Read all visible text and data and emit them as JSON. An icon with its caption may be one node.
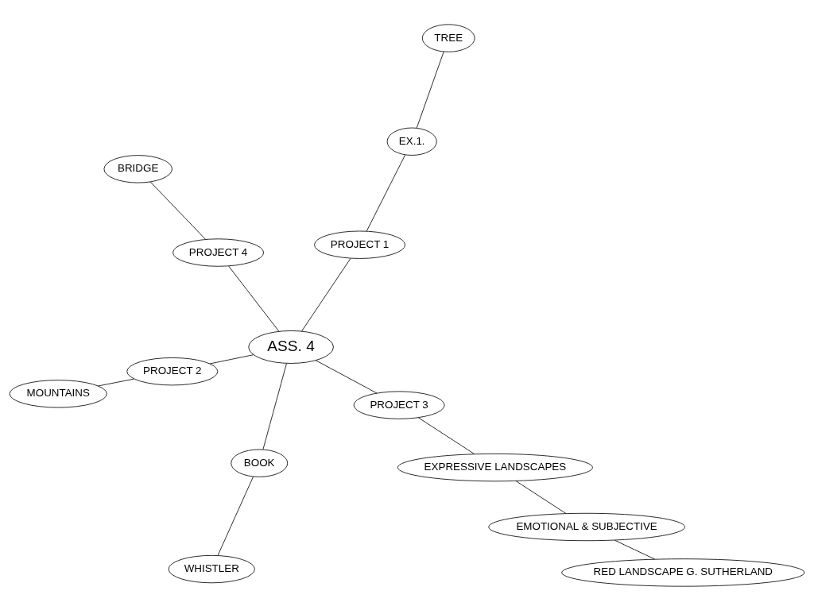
{
  "diagram": {
    "nodes": [
      {
        "text": [
          "TREE"
        ]
      },
      {
        "text": [
          "EX.1."
        ]
      },
      {
        "text": [
          "WHISTLER"
        ]
      },
      {
        "text": [
          "BOOK"
        ]
      },
      {
        "text": [
          "PROJECT 1"
        ]
      },
      {
        "text": [
          "PROJECT 2"
        ]
      },
      {
        "text": [
          "MOUNTAINS"
        ]
      },
      {
        "text": [
          "ASS. 4"
        ]
      },
      {
        "text": [
          "PROJECT 3"
        ]
      },
      {
        "text": [
          "EXPRESSIVE LANDSCAPES"
        ]
      },
      {
        "text": [
          "EMOTIONAL & SUBJECTIVE"
        ]
      },
      {
        "text": [
          "PROJECT 4"
        ]
      },
      {
        "text": [
          "RED LANDSCAPE G. SUTHERLAND"
        ]
      },
      {
        "text": [
          "BRIDGE"
        ]
      }
    ],
    "edges": [
      {
        "from": 7,
        "to": 3,
        "arrow": "none"
      },
      {
        "from": 7,
        "to": 4,
        "arrow": "none"
      },
      {
        "from": 7,
        "to": 5,
        "arrow": "none"
      },
      {
        "from": 7,
        "to": 8,
        "arrow": "none"
      },
      {
        "from": 7,
        "to": 11,
        "arrow": "none"
      },
      {
        "from": 4,
        "to": 1,
        "arrow": "none"
      },
      {
        "from": 1,
        "to": 0,
        "arrow": "none"
      },
      {
        "from": 3,
        "to": 2,
        "arrow": "none"
      },
      {
        "from": 5,
        "to": 6,
        "arrow": "none"
      },
      {
        "from": 8,
        "to": 9,
        "arrow": "none"
      },
      {
        "from": 9,
        "to": 10,
        "arrow": "none"
      },
      {
        "from": 10,
        "to": 12,
        "arrow": "none"
      },
      {
        "from": 11,
        "to": 13,
        "arrow": "none"
      }
    ]
  }
}
